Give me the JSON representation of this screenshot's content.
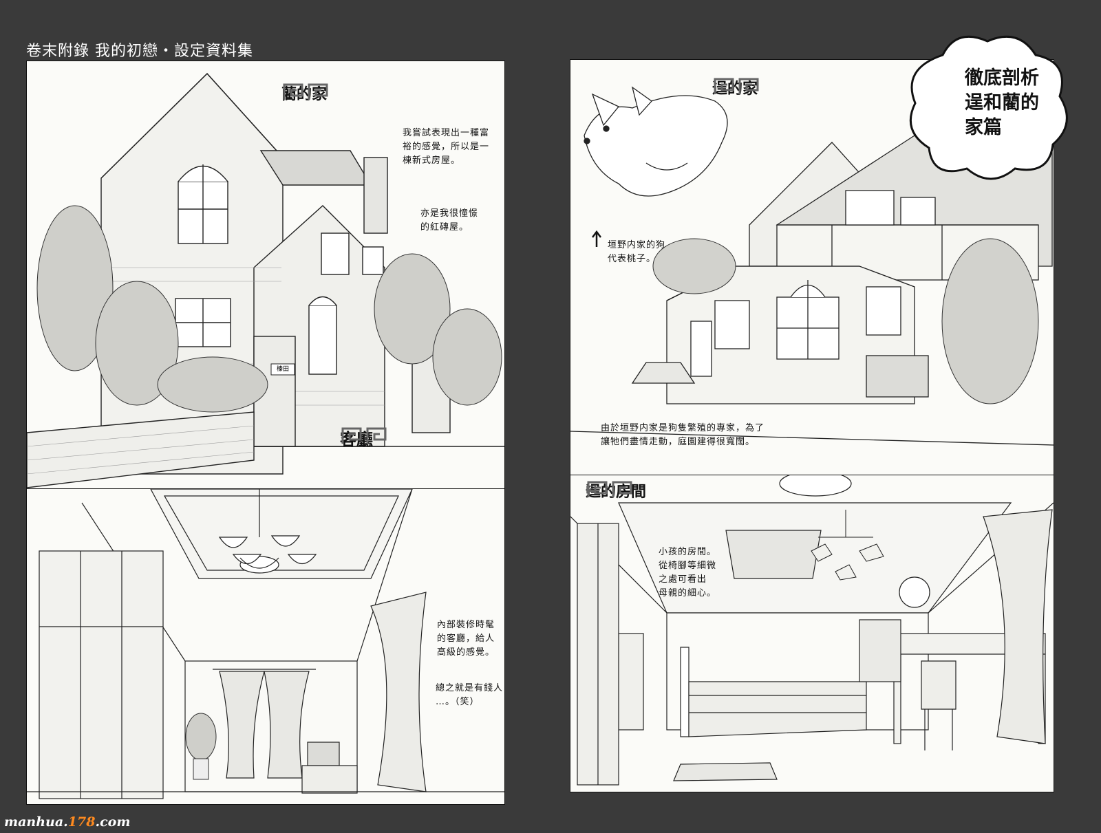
{
  "header": {
    "text": "卷末附錄  我的初戀・設定資料集"
  },
  "sections": {
    "ran_house": {
      "title": "藺的家"
    },
    "living_room": {
      "title": "客廳"
    },
    "chi_house": {
      "title": "逞的家"
    },
    "chi_room": {
      "title": "逞的房間"
    }
  },
  "notes": {
    "ran_house_1": "我嘗試表現出一種富\n裕的感覺，所以是一\n棟新式房屋。",
    "ran_house_2": "亦是我很憧憬\n的紅磚屋。",
    "dog": "垣野内家的狗\n代表桃子。",
    "chi_house": "由於垣野内家是狗隻繁殖的專家，為了\n讓牠們盡情走動，庭園建得很寬闊。",
    "living_1": "內部裝修時髦\n的客廳，給人\n高級的感覺。",
    "living_2": "總之就是有錢人\n…。（笑）",
    "chi_room": "小孩的房間。\n從椅腳等細微\n之處可看出\n母親的細心。"
  },
  "cloud": {
    "text": "徹底剖析\n逞和藺的\n家篇"
  },
  "nameplate": {
    "text": "榛田"
  },
  "watermark": {
    "domain": "manhua.",
    "number": "178",
    "suffix": ".com"
  },
  "colors": {
    "background": "#3a3a3a",
    "paper": "#fbfbf8",
    "ink": "#111111",
    "accent": "#ff8a1f"
  }
}
